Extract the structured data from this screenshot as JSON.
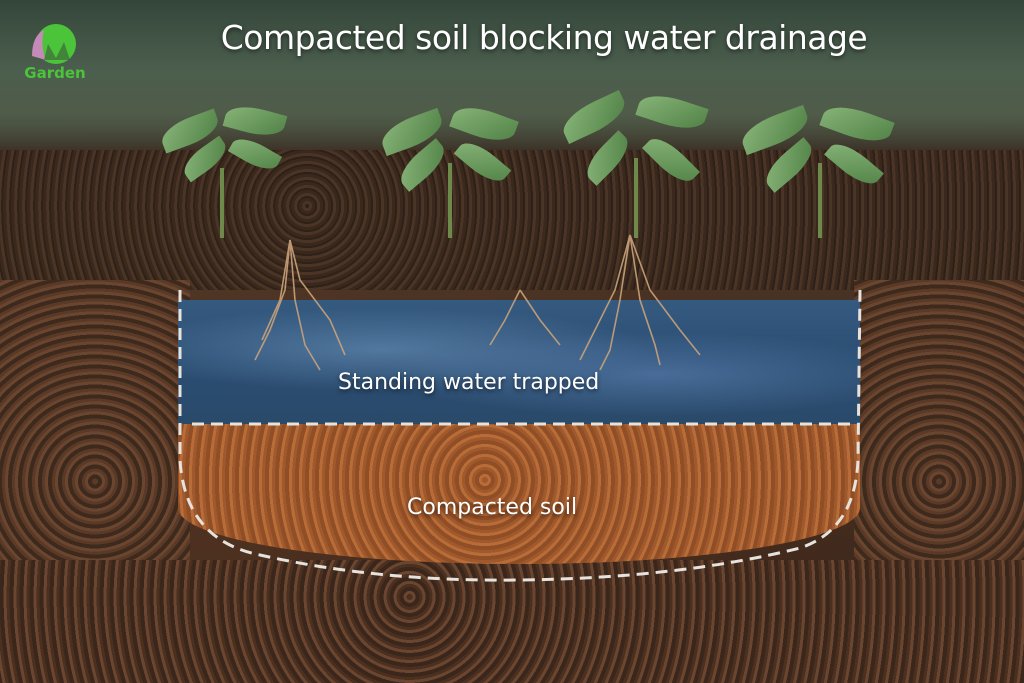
{
  "logo": {
    "icon": "garden-leaf-logo-icon",
    "text": "Garden",
    "colors": {
      "green": "#4cc43a",
      "purple": "#c48ab8"
    }
  },
  "title": "Compacted soil blocking water drainage",
  "labels": {
    "water": "Standing water trapped",
    "soil": "Compacted soil"
  },
  "colors": {
    "water": "#2f5276",
    "compacted_soil": "#a85f30",
    "topsoil": "#3b2a1e",
    "foliage": "#6e9e5e",
    "dashed_outline": "#e6e2dc"
  }
}
